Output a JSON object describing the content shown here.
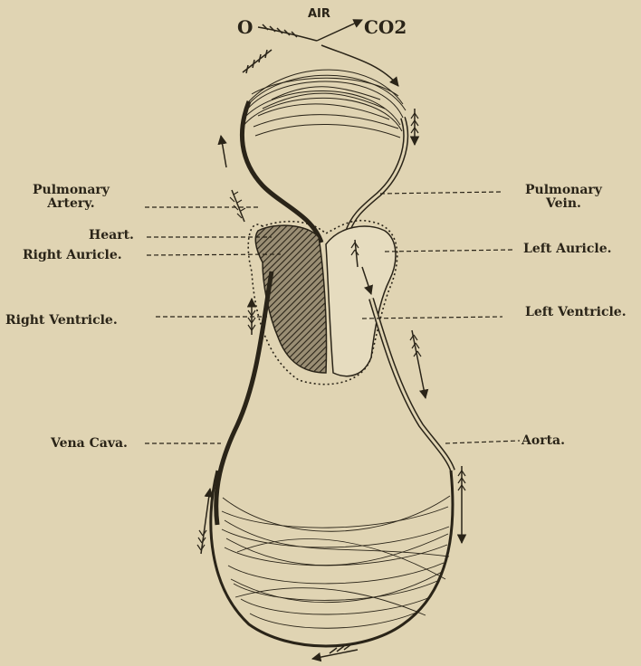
{
  "colors": {
    "paper": "#e0d4b3",
    "ink": "#2a2418"
  },
  "air": {
    "o": "O",
    "air": "AIR",
    "co2": "CO2"
  },
  "labels": {
    "pulmonary_artery": [
      "Pulmonary",
      "Artery."
    ],
    "pulmonary_vein": [
      "Pulmonary",
      "Vein."
    ],
    "heart": "Heart.",
    "right_auricle": "Right Auricle.",
    "left_auricle": "Left Auricle.",
    "right_ventricle": "Right Ventricle.",
    "left_ventricle": "Left Ventricle.",
    "vena_cava": "Vena Cava.",
    "aorta": "Aorta."
  }
}
